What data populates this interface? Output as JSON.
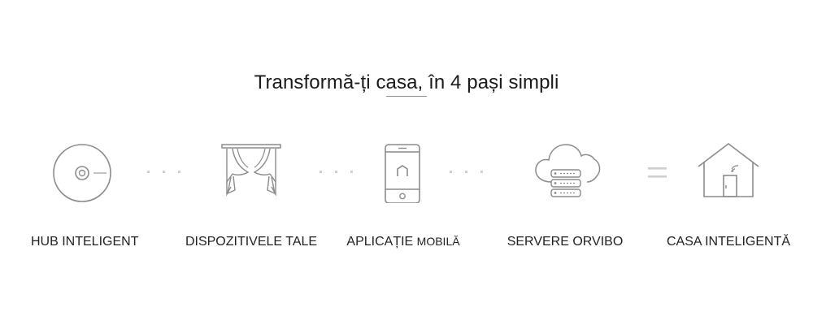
{
  "page": {
    "title": "Transformă-ți casa, în 4 pași simpli"
  },
  "steps": [
    {
      "label": "HUB INTELIGENT",
      "icon": "hub-icon"
    },
    {
      "label": "DISPOZITIVELE TALE",
      "icon": "curtains-icon"
    },
    {
      "label_main": "APLICAȚIE",
      "label_small": "MOBILĂ",
      "icon": "smartphone-icon"
    },
    {
      "label": "SERVERE ORVIBO",
      "icon": "cloud-servers-icon"
    },
    {
      "label": "CASA INTELIGENTĂ",
      "icon": "smart-home-icon"
    }
  ],
  "separators": [
    "dots-separator",
    "dots-separator",
    "dots-separator",
    "equals-separator"
  ],
  "colors": {
    "icon_stroke": "#8c8c8c",
    "separator": "#cfcfcf",
    "text": "#222222"
  }
}
